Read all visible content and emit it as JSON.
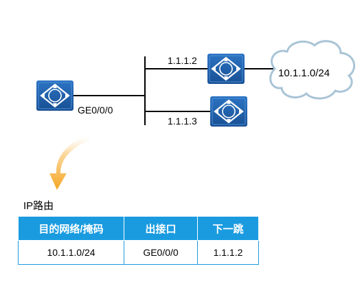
{
  "nodes": {
    "router_left_port": "GE0/0/0",
    "router_top_ip": "1.1.1.2",
    "router_bottom_ip": "1.1.1.3",
    "network": "10.1.1.0/24"
  },
  "routing_table": {
    "title": "IP路由",
    "headers": [
      "目的网络/掩码",
      "出接口",
      "下一跳"
    ],
    "rows": [
      [
        "10.1.1.0/24",
        "GE0/0/0",
        "1.1.1.2"
      ]
    ]
  },
  "colors": {
    "router_blue": "#1f5fa8",
    "header_blue": "#1a9be0",
    "arrow_orange": "#f5a623",
    "cloud_outline": "#a9c4d6"
  }
}
